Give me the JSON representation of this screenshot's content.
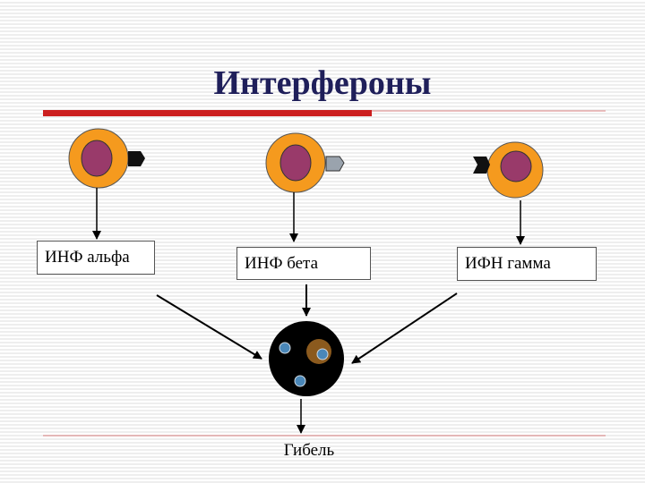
{
  "title": "Интерфероны",
  "labels": {
    "alpha": "ИНФ альфа",
    "beta": "ИНФ бета",
    "gamma": "ИФН гамма"
  },
  "outcome": "Гибель",
  "colors": {
    "title_text": "#1f1f5a",
    "accent_bar": "#cc1f1f",
    "rule_line": "#d98080",
    "cell_outer": "#f59a1e",
    "cell_nucleus": "#993a6a",
    "target_cell": "#000000",
    "target_nucleus": "#8b5a1e",
    "virus_particle": "#4a87b8",
    "receptor_alpha": "#111111",
    "receptor_beta": "#9aa3ad",
    "receptor_gamma": "#111111"
  },
  "icons": {
    "cells": "cell-with-nucleus",
    "receptors": "receptor-shape",
    "target": "infected-cell",
    "particles": "virus-particle"
  }
}
